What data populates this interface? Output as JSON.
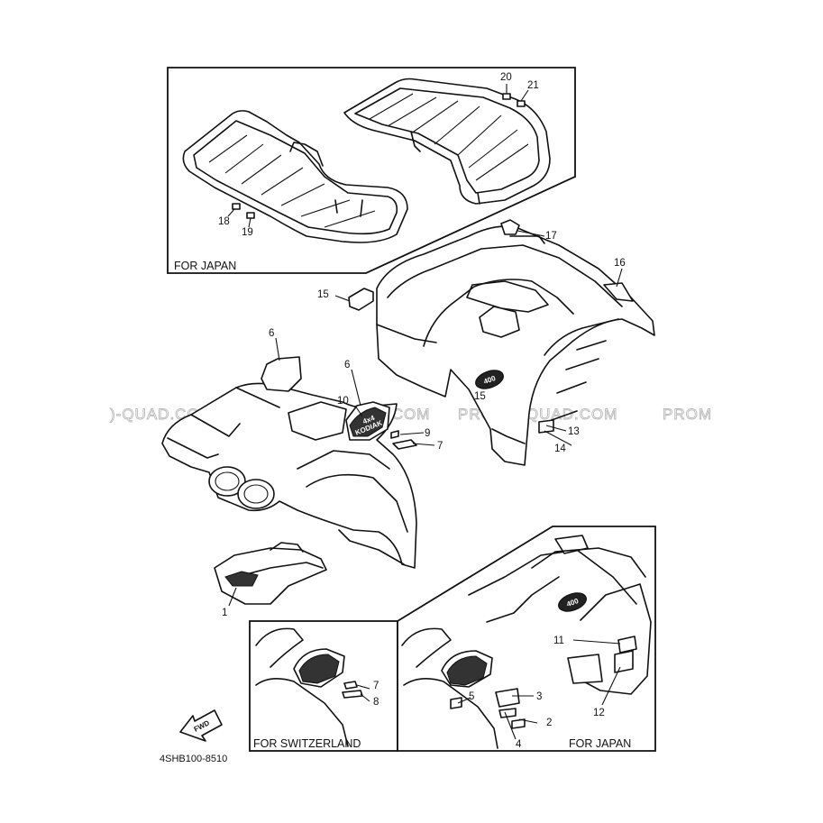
{
  "callouts": [
    "1",
    "2",
    "3",
    "4",
    "5",
    "6",
    "6",
    "7",
    "7",
    "8",
    "9",
    "10",
    "11",
    "12",
    "13",
    "14",
    "15",
    "15",
    "16",
    "17",
    "18",
    "19",
    "20",
    "21"
  ],
  "captions": {
    "top_box": "FOR JAPAN",
    "bottom_left_box": "FOR SWITZERLAND",
    "bottom_right_box": "FOR JAPAN"
  },
  "part_code": "4SHB100-8510",
  "fwd_label": "FWD",
  "watermark": {
    "left": ")-QUAD.COM",
    "center_left": "PROMO-QUAD.COM",
    "center_right": "PROMO-QUAD.COM",
    "right": "PROM"
  },
  "emblems": {
    "rear_fender": "400",
    "japan_fender": "400",
    "front_emblem_top": "4x4",
    "front_emblem_bottom": "KODIAK"
  }
}
